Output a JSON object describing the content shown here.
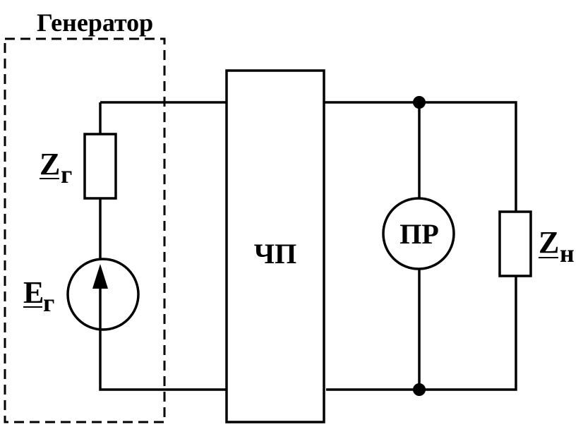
{
  "generator_label": "Генератор",
  "zg": {
    "main": "Z",
    "sub": "г"
  },
  "eg": {
    "main": "E",
    "sub": "г"
  },
  "chp_label": "ЧП",
  "pr_label": "ПР",
  "zn": {
    "main": "Z",
    "sub": "н"
  },
  "colors": {
    "stroke": "#000000",
    "background": "#ffffff"
  }
}
